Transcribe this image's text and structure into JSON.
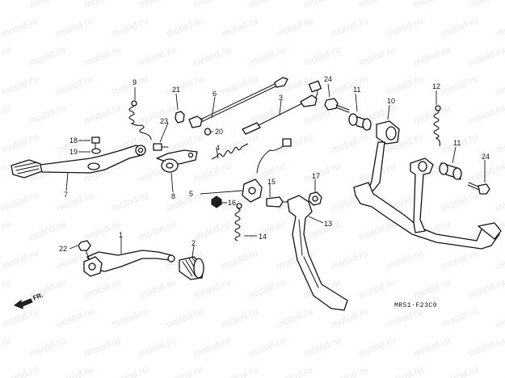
{
  "diagram": {
    "watermark": "motod.ru",
    "diagram_code": "MR51-F23C0",
    "direction_label": "FR.",
    "callouts": [
      {
        "id": "1",
        "label": "1"
      },
      {
        "id": "2",
        "label": "2"
      },
      {
        "id": "3",
        "label": "3"
      },
      {
        "id": "4",
        "label": "4"
      },
      {
        "id": "5",
        "label": "5"
      },
      {
        "id": "6",
        "label": "6"
      },
      {
        "id": "7",
        "label": "7"
      },
      {
        "id": "8",
        "label": "8"
      },
      {
        "id": "9",
        "label": "9"
      },
      {
        "id": "10",
        "label": "10"
      },
      {
        "id": "11a",
        "label": "11"
      },
      {
        "id": "11b",
        "label": "11"
      },
      {
        "id": "12",
        "label": "12"
      },
      {
        "id": "13",
        "label": "13"
      },
      {
        "id": "14",
        "label": "14"
      },
      {
        "id": "15",
        "label": "15"
      },
      {
        "id": "16",
        "label": "16"
      },
      {
        "id": "17",
        "label": "17"
      },
      {
        "id": "18",
        "label": "18"
      },
      {
        "id": "19",
        "label": "19"
      },
      {
        "id": "20",
        "label": "20"
      },
      {
        "id": "21",
        "label": "21"
      },
      {
        "id": "22",
        "label": "22"
      },
      {
        "id": "23",
        "label": "23"
      },
      {
        "id": "24a",
        "label": "24"
      },
      {
        "id": "24b",
        "label": "24"
      }
    ]
  }
}
